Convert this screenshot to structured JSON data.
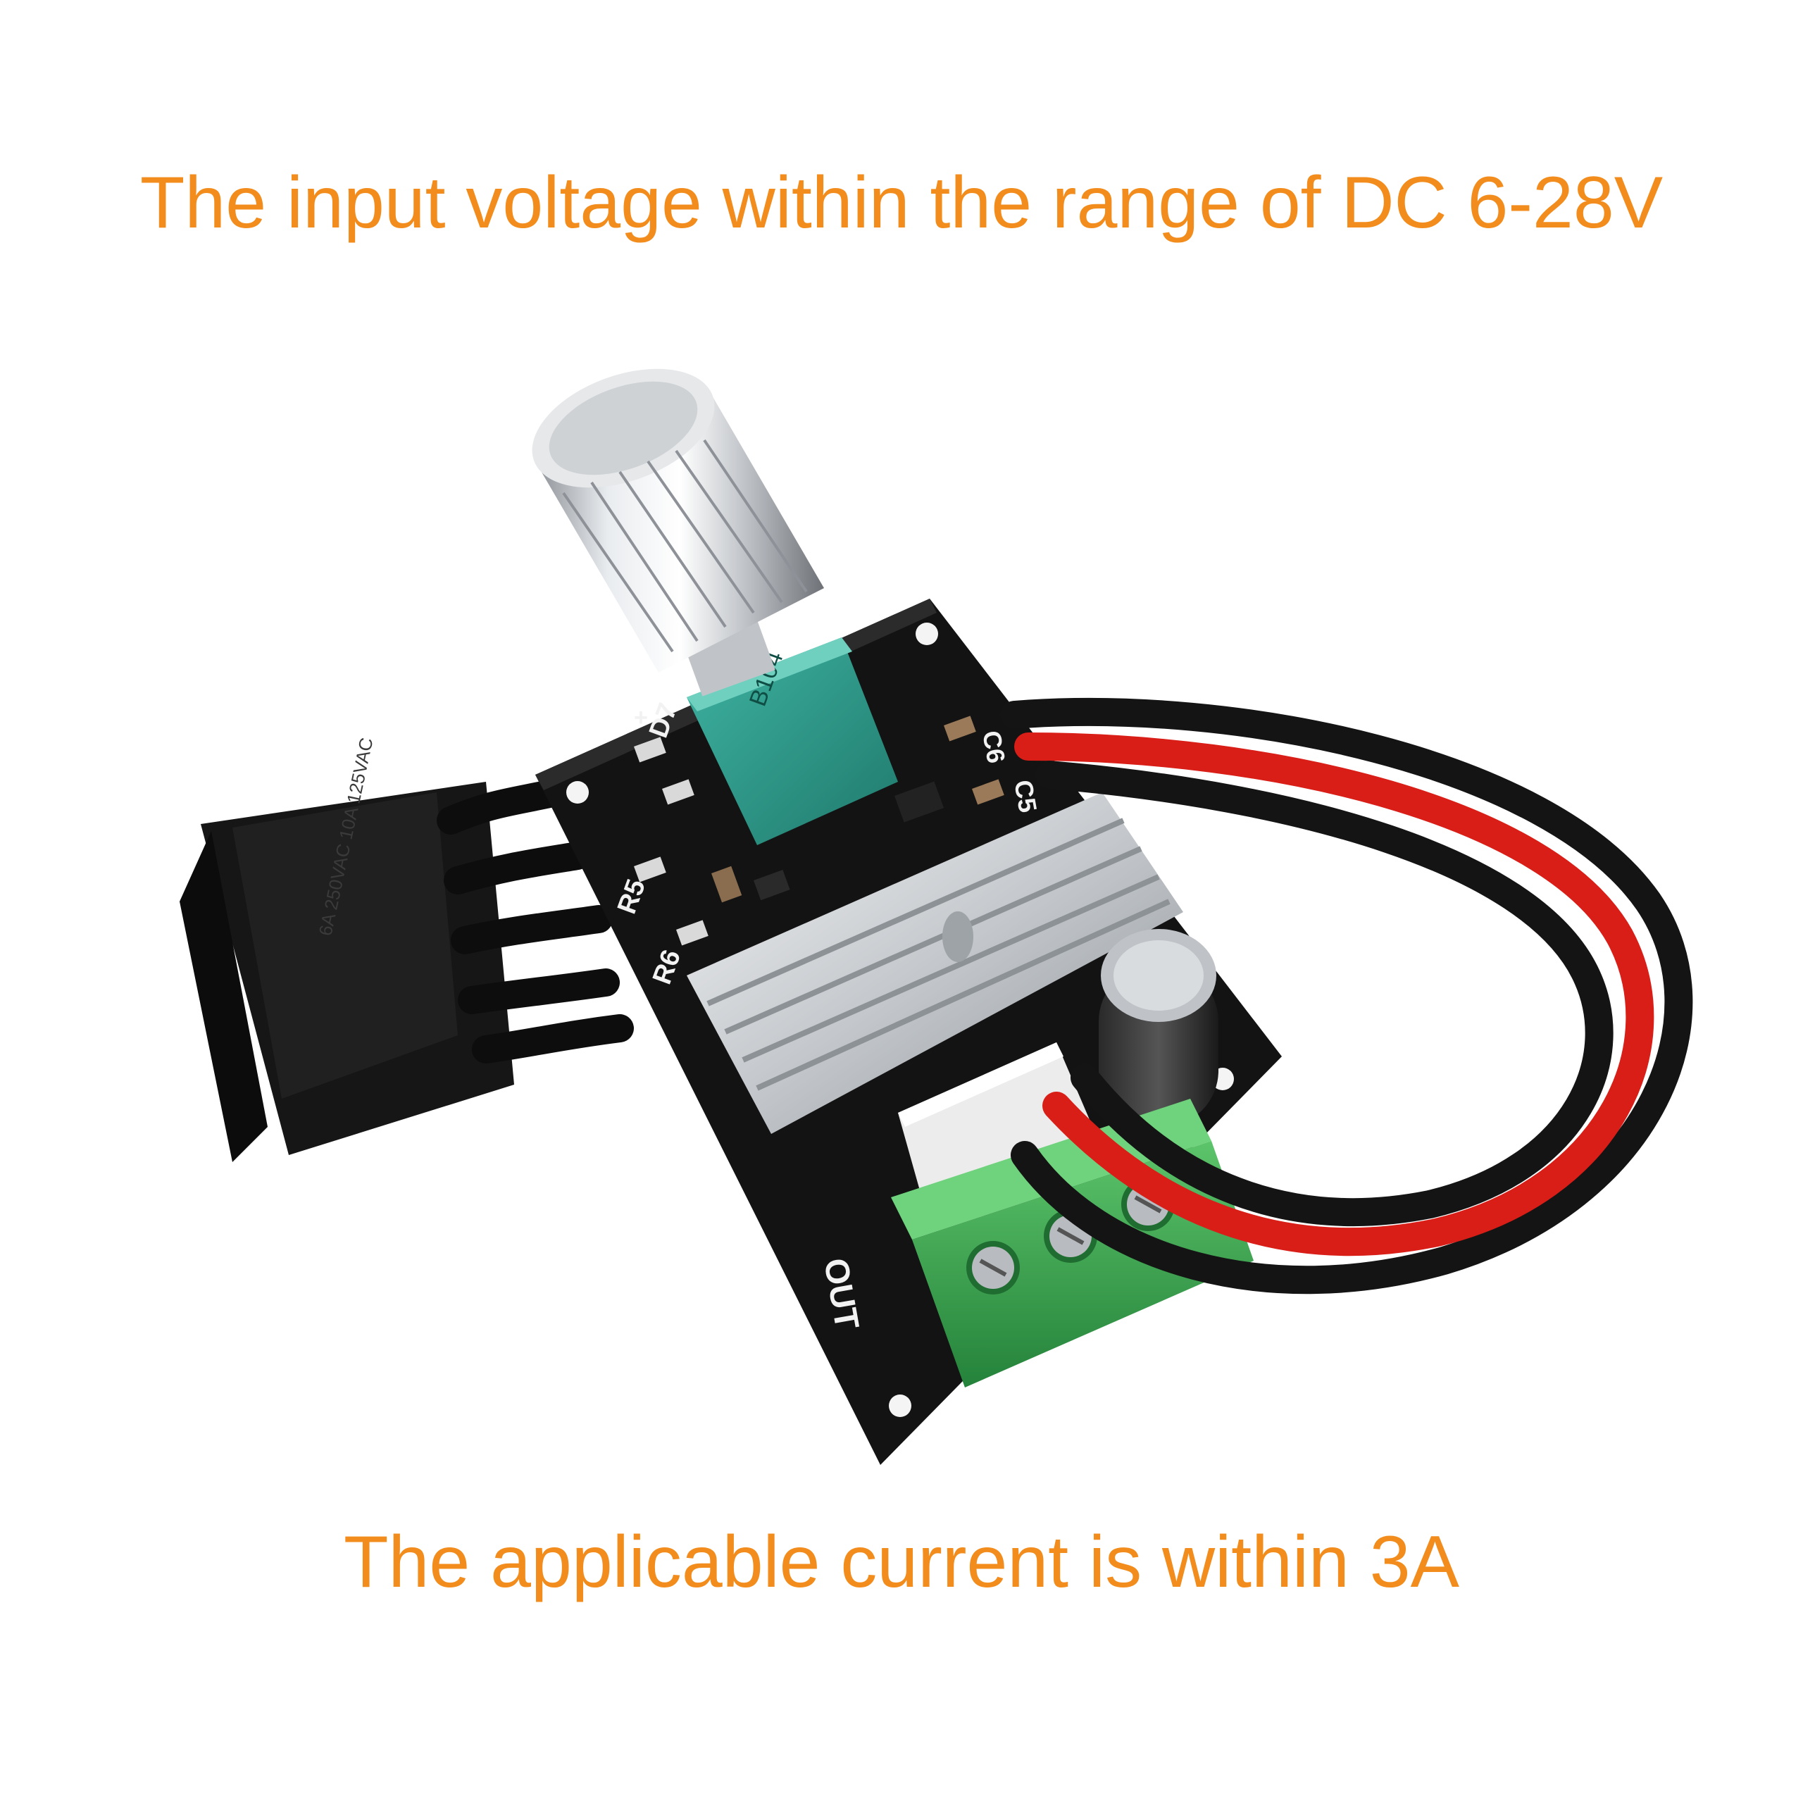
{
  "captions": {
    "top": "The input voltage within the range of DC 6-28V",
    "bottom": "The applicable current is within 3A"
  },
  "colors": {
    "caption": "#f28c1c",
    "pcb": "#121212",
    "heatsink": "#c9ccd0",
    "potentiometer": "#2e9e8e",
    "terminal_block": "#3aa84a",
    "wire_red": "#d91e18",
    "wire_black": "#111111"
  },
  "board_markings": {
    "d7": "D7",
    "r5": "R5",
    "r6": "R6",
    "c6": "C6",
    "c5": "C5",
    "out": "OUT",
    "plus": "+"
  }
}
